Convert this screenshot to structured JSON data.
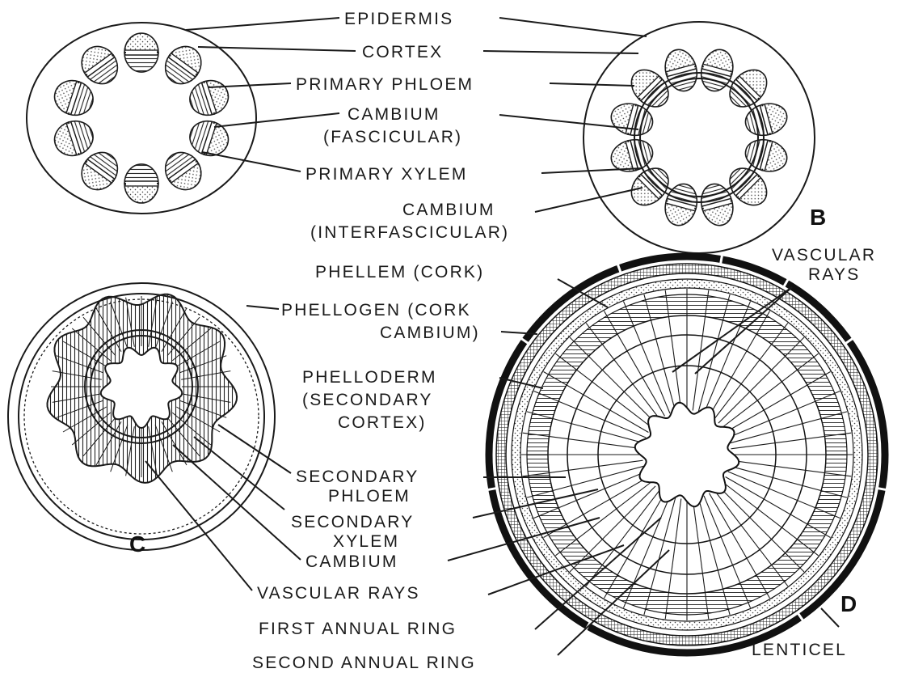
{
  "labels": {
    "epidermis": "EPIDERMIS",
    "cortex": "CORTEX",
    "primary_phloem": "PRIMARY PHLOEM",
    "cambium_fasc_1": "CAMBIUM",
    "cambium_fasc_2": "(FASCICULAR)",
    "primary_xylem": "PRIMARY XYLEM",
    "cambium_inter_1": "CAMBIUM",
    "cambium_inter_2": "(INTERFASCICULAR)",
    "phellem": "PHELLEM (CORK)",
    "vascular_rays_d_1": "VASCULAR",
    "vascular_rays_d_2": "RAYS",
    "phellogen_1": "PHELLOGEN (CORK",
    "phellogen_2": "CAMBIUM)",
    "phelloderm_1": "PHELLODERM",
    "phelloderm_2": "(SECONDARY",
    "phelloderm_3": "CORTEX)",
    "secondary_phloem_1": "SECONDARY",
    "secondary_phloem_2": "PHLOEM",
    "secondary_xylem_1": "SECONDARY",
    "secondary_xylem_2": "XYLEM",
    "cambium_c": "CAMBIUM",
    "vascular_rays_c": "VASCULAR RAYS",
    "first_annual_ring": "FIRST ANNUAL RING",
    "second_annual_ring": "SECOND ANNUAL RING",
    "lenticel": "LENTICEL"
  },
  "panels": {
    "b": "B",
    "c": "C",
    "d": "D"
  }
}
